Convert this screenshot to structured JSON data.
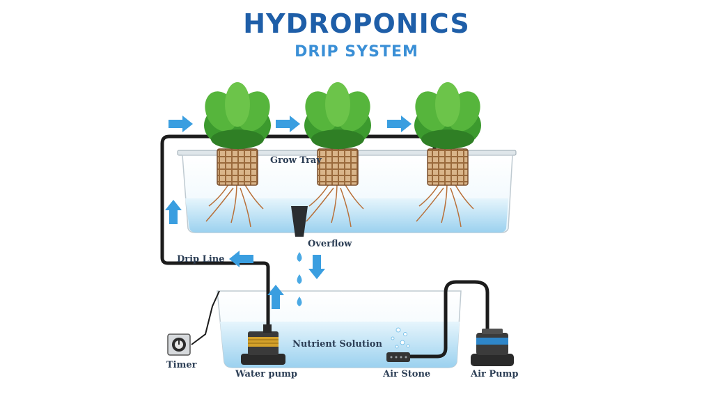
{
  "title": "HYDROPONICS",
  "subtitle": "DRIP SYSTEM",
  "labels": {
    "grow_tray": "Grow Tray",
    "overflow": "Overflow",
    "drip_line": "Drip Line",
    "nutrient_solution": "Nutrient Solution",
    "timer": "Timer",
    "water_pump": "Water pump",
    "air_stone": "Air Stone",
    "air_pump": "Air Pump"
  },
  "colors": {
    "title": "#1e5ea8",
    "subtitle": "#3a8fd6",
    "arrow": "#3a9ee0",
    "water": "#a9d8f2",
    "leaf": "#3c9a2e",
    "tube": "#1c1c1c",
    "root": "#b8703a"
  }
}
